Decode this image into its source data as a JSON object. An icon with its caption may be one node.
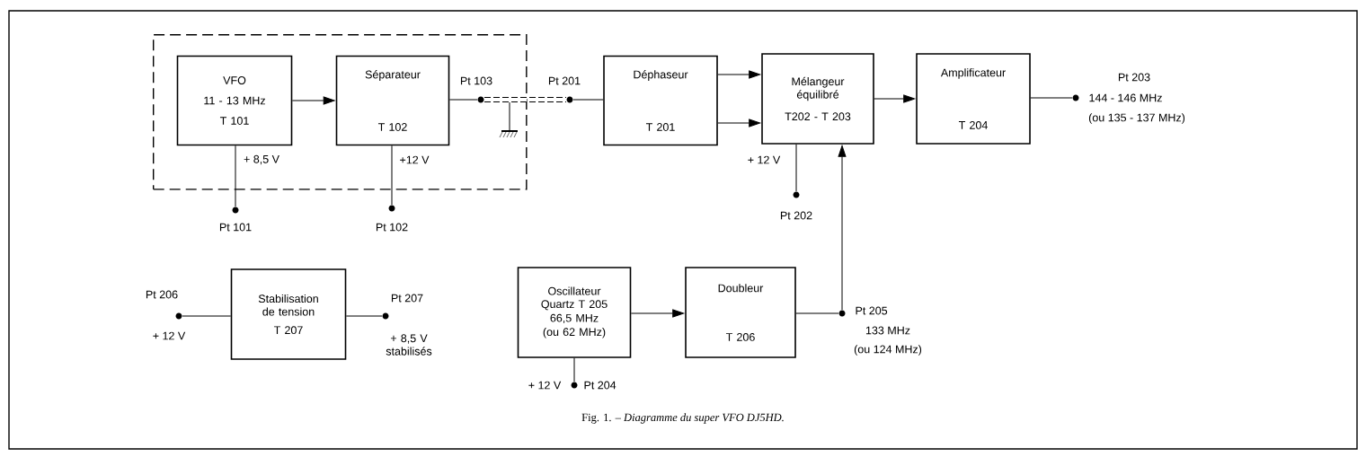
{
  "diagram": {
    "caption": "Fig. 1. – *Diagramme du super VFO DJ5HD.*",
    "nodes": [
      {
        "text": [],
        "shape": "box"
      },
      {
        "text": [
          "VFO",
          "11 - 13 MHz",
          "T 101"
        ],
        "in": 0
      },
      {
        "text": [
          "Séparateur",
          "T 102"
        ],
        "in": 0
      },
      {
        "text": [
          "Pt 103"
        ],
        "in": 0
      },
      {
        "text": [
          "Pt 201"
        ]
      },
      {
        "text": [
          "Déphaseur",
          "T 201"
        ]
      },
      {
        "text": [
          "Mélangeur équilibré",
          "T202 - T 203"
        ]
      },
      {
        "text": [
          "Amplificateur",
          "T 204"
        ]
      },
      {
        "text": [
          "Pt 203",
          "144 - 146 MHz",
          "(ou 135 - 137 MHz)"
        ]
      },
      {
        "text": [
          "Pt 101"
        ]
      },
      {
        "text": [
          "Pt 102"
        ]
      },
      {
        "text": [
          "Pt 202"
        ]
      },
      {
        "text": [
          "Pt 206",
          "+ 12 V"
        ]
      },
      {
        "text": [
          "Stabilisation de tension",
          "T 207"
        ]
      },
      {
        "text": [
          "Pt 207",
          "+ 8,5 V stabilisés"
        ]
      },
      {
        "text": [
          "Oscillateur Quartz T 205",
          "66,5 MHz",
          "(ou 62 MHz)"
        ]
      },
      {
        "text": [
          "Pt 204"
        ]
      },
      {
        "text": [
          "Doubleur",
          "T 206"
        ]
      },
      {
        "text": [
          "Pt 205",
          "133 MHz",
          "(ou 124 MHz)"
        ]
      }
    ],
    "edges": [
      {
        "from": 1,
        "to": 2,
        "arrow": "to"
      },
      {
        "from": 2,
        "to": 3,
        "arrow": "none"
      },
      {
        "from": 3,
        "to": 4,
        "arrow": "none",
        "style": "dashed"
      },
      {
        "from": 4,
        "to": 5,
        "arrow": "none"
      },
      {
        "from": 5,
        "to": 6,
        "arrow": "to"
      },
      {
        "from": 5,
        "to": 6,
        "arrow": "to"
      },
      {
        "from": 6,
        "to": 7,
        "arrow": "to"
      },
      {
        "from": 7,
        "to": 8,
        "arrow": "none"
      },
      {
        "from": 1,
        "to": 9,
        "arrow": "none",
        "label": "+ 8,5 V"
      },
      {
        "from": 2,
        "to": 10,
        "arrow": "none",
        "label": "+12 V"
      },
      {
        "from": 6,
        "to": 11,
        "arrow": "none",
        "label": "+ 12 V"
      },
      {
        "from": 12,
        "to": 13,
        "arrow": "none"
      },
      {
        "from": 13,
        "to": 14,
        "arrow": "none"
      },
      {
        "from": 15,
        "to": 17,
        "arrow": "to"
      },
      {
        "from": 17,
        "to": 18,
        "arrow": "none"
      },
      {
        "from": 18,
        "to": 6,
        "arrow": "to"
      },
      {
        "from": 15,
        "to": 16,
        "arrow": "none",
        "label": "+ 12 V"
      }
    ]
  }
}
